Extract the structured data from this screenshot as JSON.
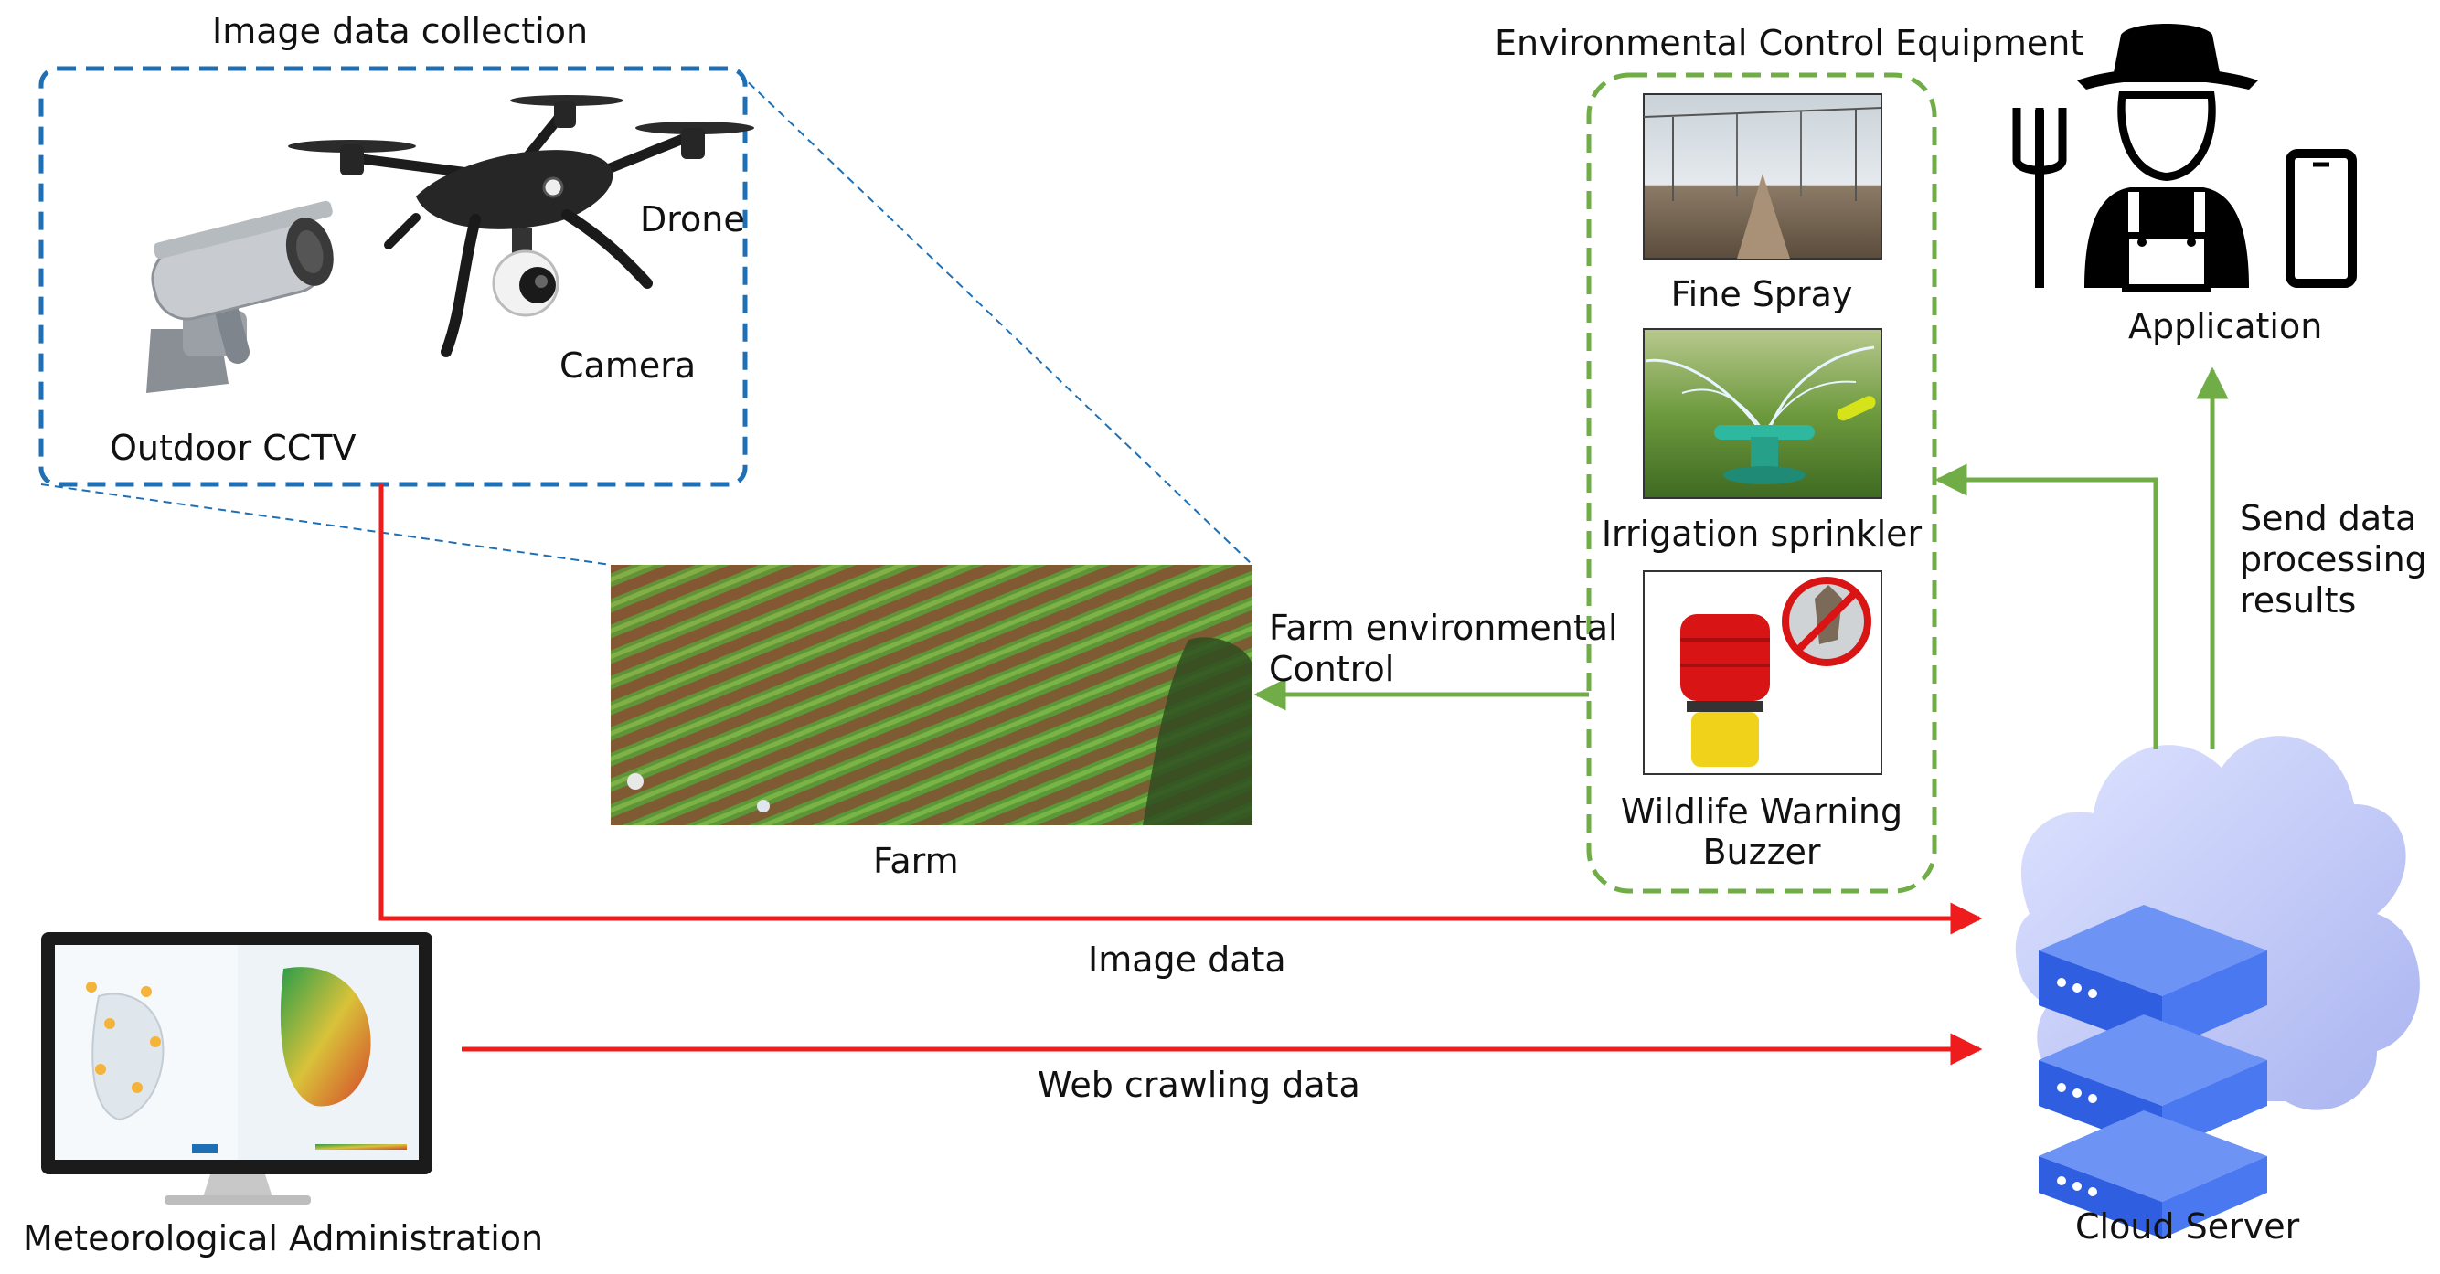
{
  "image_collection": {
    "title": "Image data collection",
    "drone_label": "Drone",
    "camera_label": "Camera",
    "cctv_label": "Outdoor CCTV"
  },
  "farm": {
    "label": "Farm"
  },
  "environment": {
    "title": "Environmental Control Equipment",
    "items": [
      {
        "label": "Fine Spray"
      },
      {
        "label": "Irrigation sprinkler"
      },
      {
        "label_line1": "Wildlife Warning",
        "label_line2": "Buzzer"
      }
    ]
  },
  "application": {
    "label": "Application"
  },
  "cloud": {
    "label": "Cloud Server"
  },
  "weather": {
    "label": "Meteorological Administration"
  },
  "flows": {
    "farm_control_line1": "Farm environmental",
    "farm_control_line2": "Control",
    "image_data": "Image data",
    "web_crawling": "Web crawling data",
    "send_line1": "Send data",
    "send_line2": "processing",
    "send_line3": "results"
  },
  "colors": {
    "image_box": "#1f6fb5",
    "env_box": "#70ad47",
    "data_arrow": "#ee1c1c",
    "control_arrow": "#70ad47"
  }
}
